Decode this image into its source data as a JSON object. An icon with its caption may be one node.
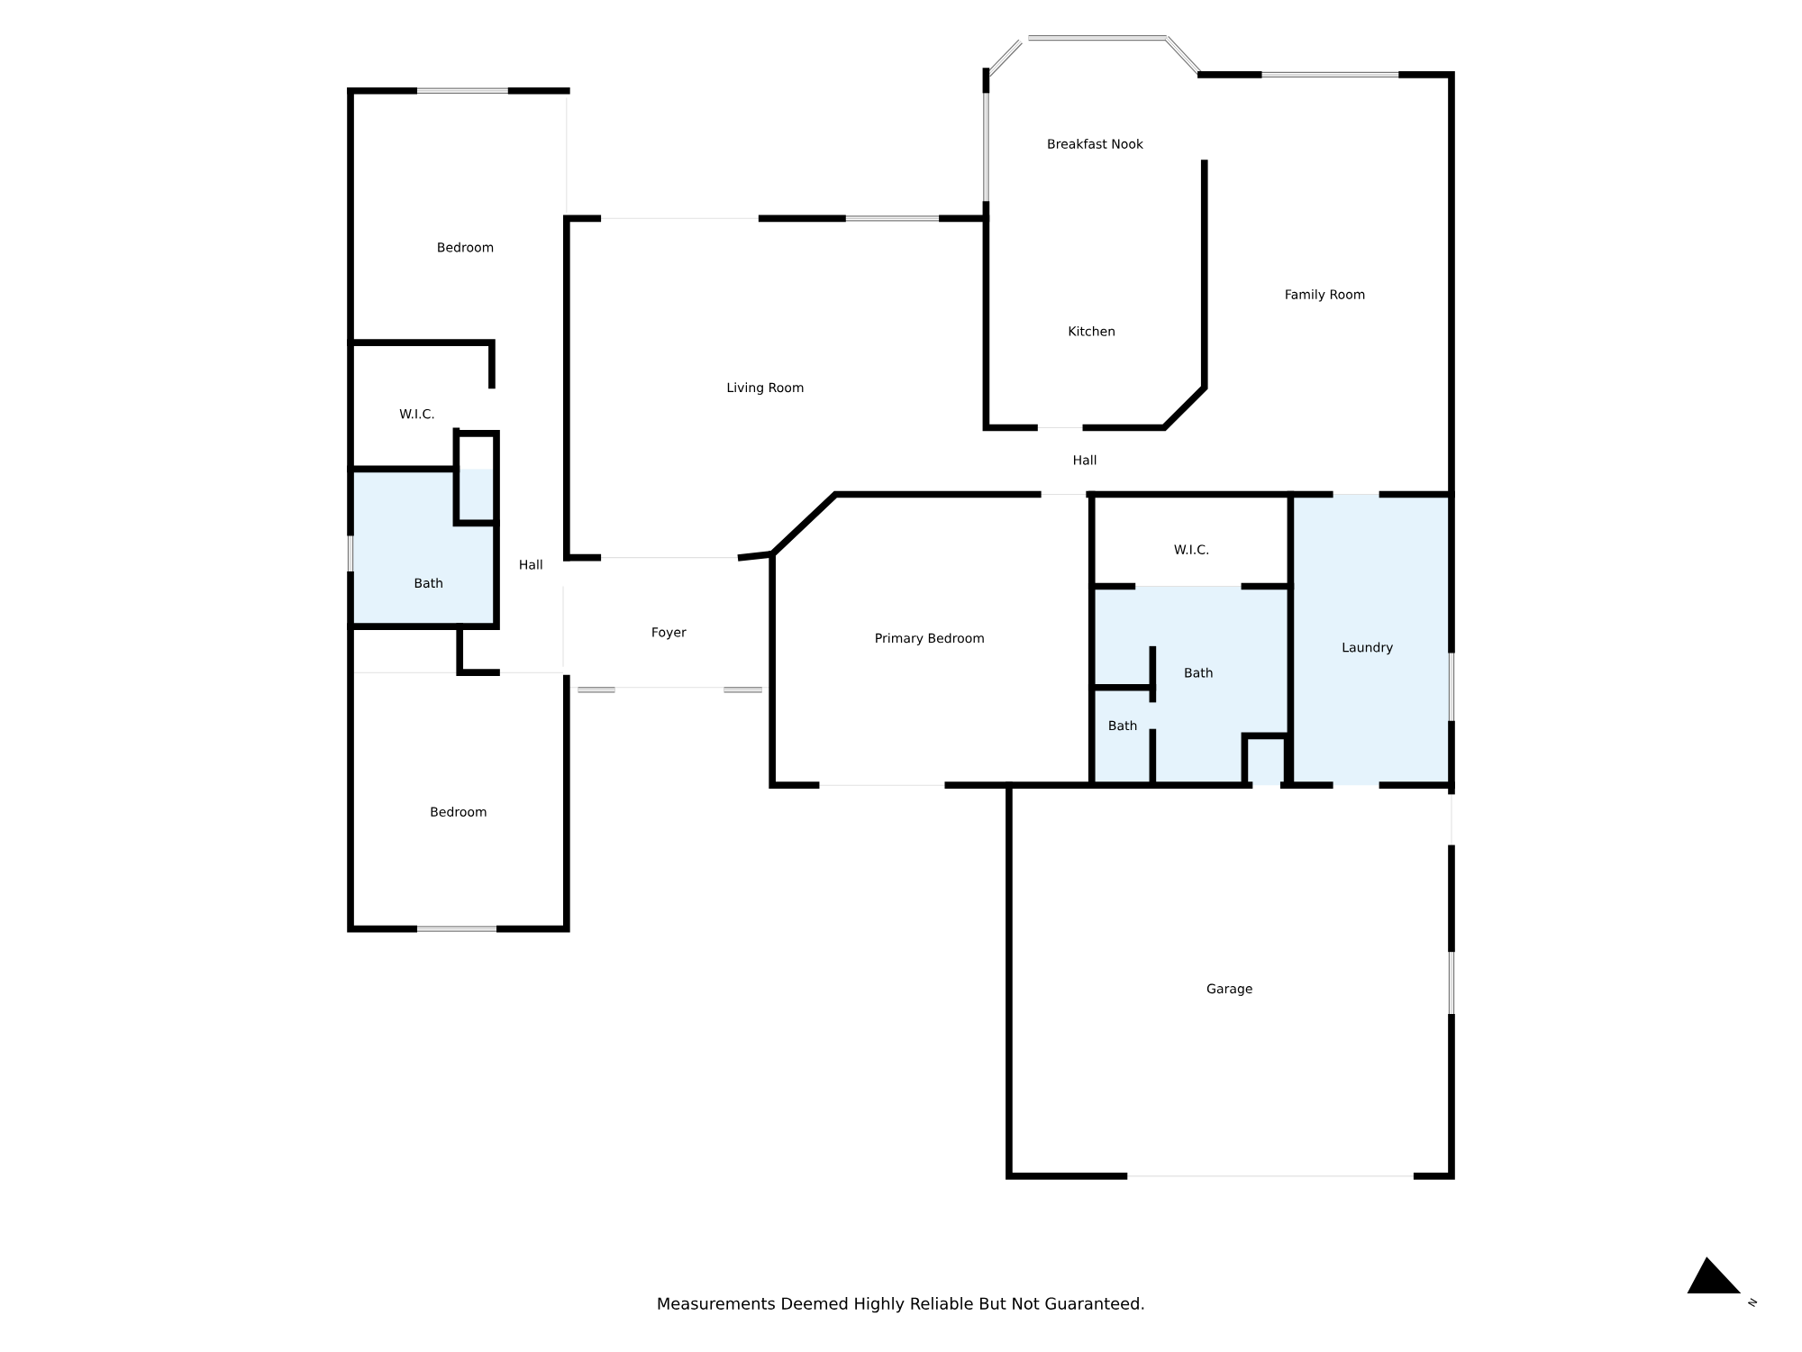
{
  "diagram": {
    "labels": [
      "Breakfast Nook",
      "Bedroom",
      "Family Room",
      "Kitchen",
      "Living Room",
      "W.I.C.",
      "Hall",
      "Hall",
      "W.I.C.",
      "Bath",
      "Foyer",
      "Primary Bedroom",
      "Laundry",
      "Bath",
      "Bath",
      "Bedroom",
      "Garage",
      "Measurements Deemed Highly Reliable But Not Guaranteed.",
      "N"
    ]
  }
}
